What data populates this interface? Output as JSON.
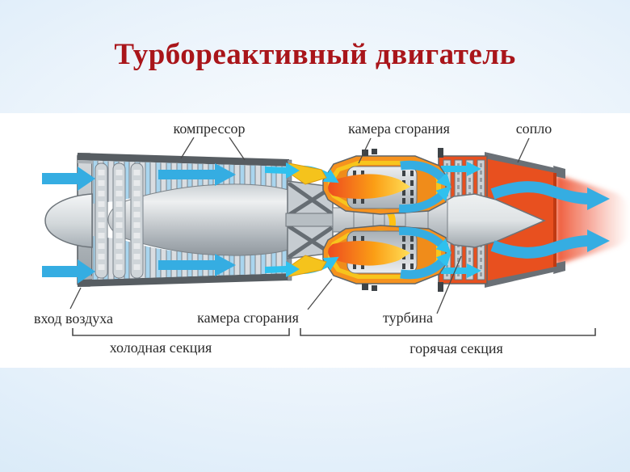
{
  "slide": {
    "title": "Турбореактивный двигатель"
  },
  "diagram": {
    "labels": {
      "compressor": "компрессор",
      "combustion_top": "камера сгорания",
      "nozzle": "сопло",
      "air_inlet": "вход воздуха",
      "combustion_bottom": "камера сгорания",
      "turbine": "турбина",
      "cold_section": "холодная секция",
      "hot_section": "горячая секция"
    },
    "colors": {
      "title_red": "#a9151a",
      "airflow_blue": "#35ade2",
      "airflow_cyan": "#2fc1ee",
      "combustion_orange": "#f6921e",
      "liner_yellow": "#f7c51d",
      "flame_tip_yellow": "#ffdf58",
      "hot_section_red": "#e8501f",
      "rotation_yellow": "#ffc113",
      "metal_gray": "#c6ccd1",
      "label_text": "#2b2b2b"
    }
  }
}
